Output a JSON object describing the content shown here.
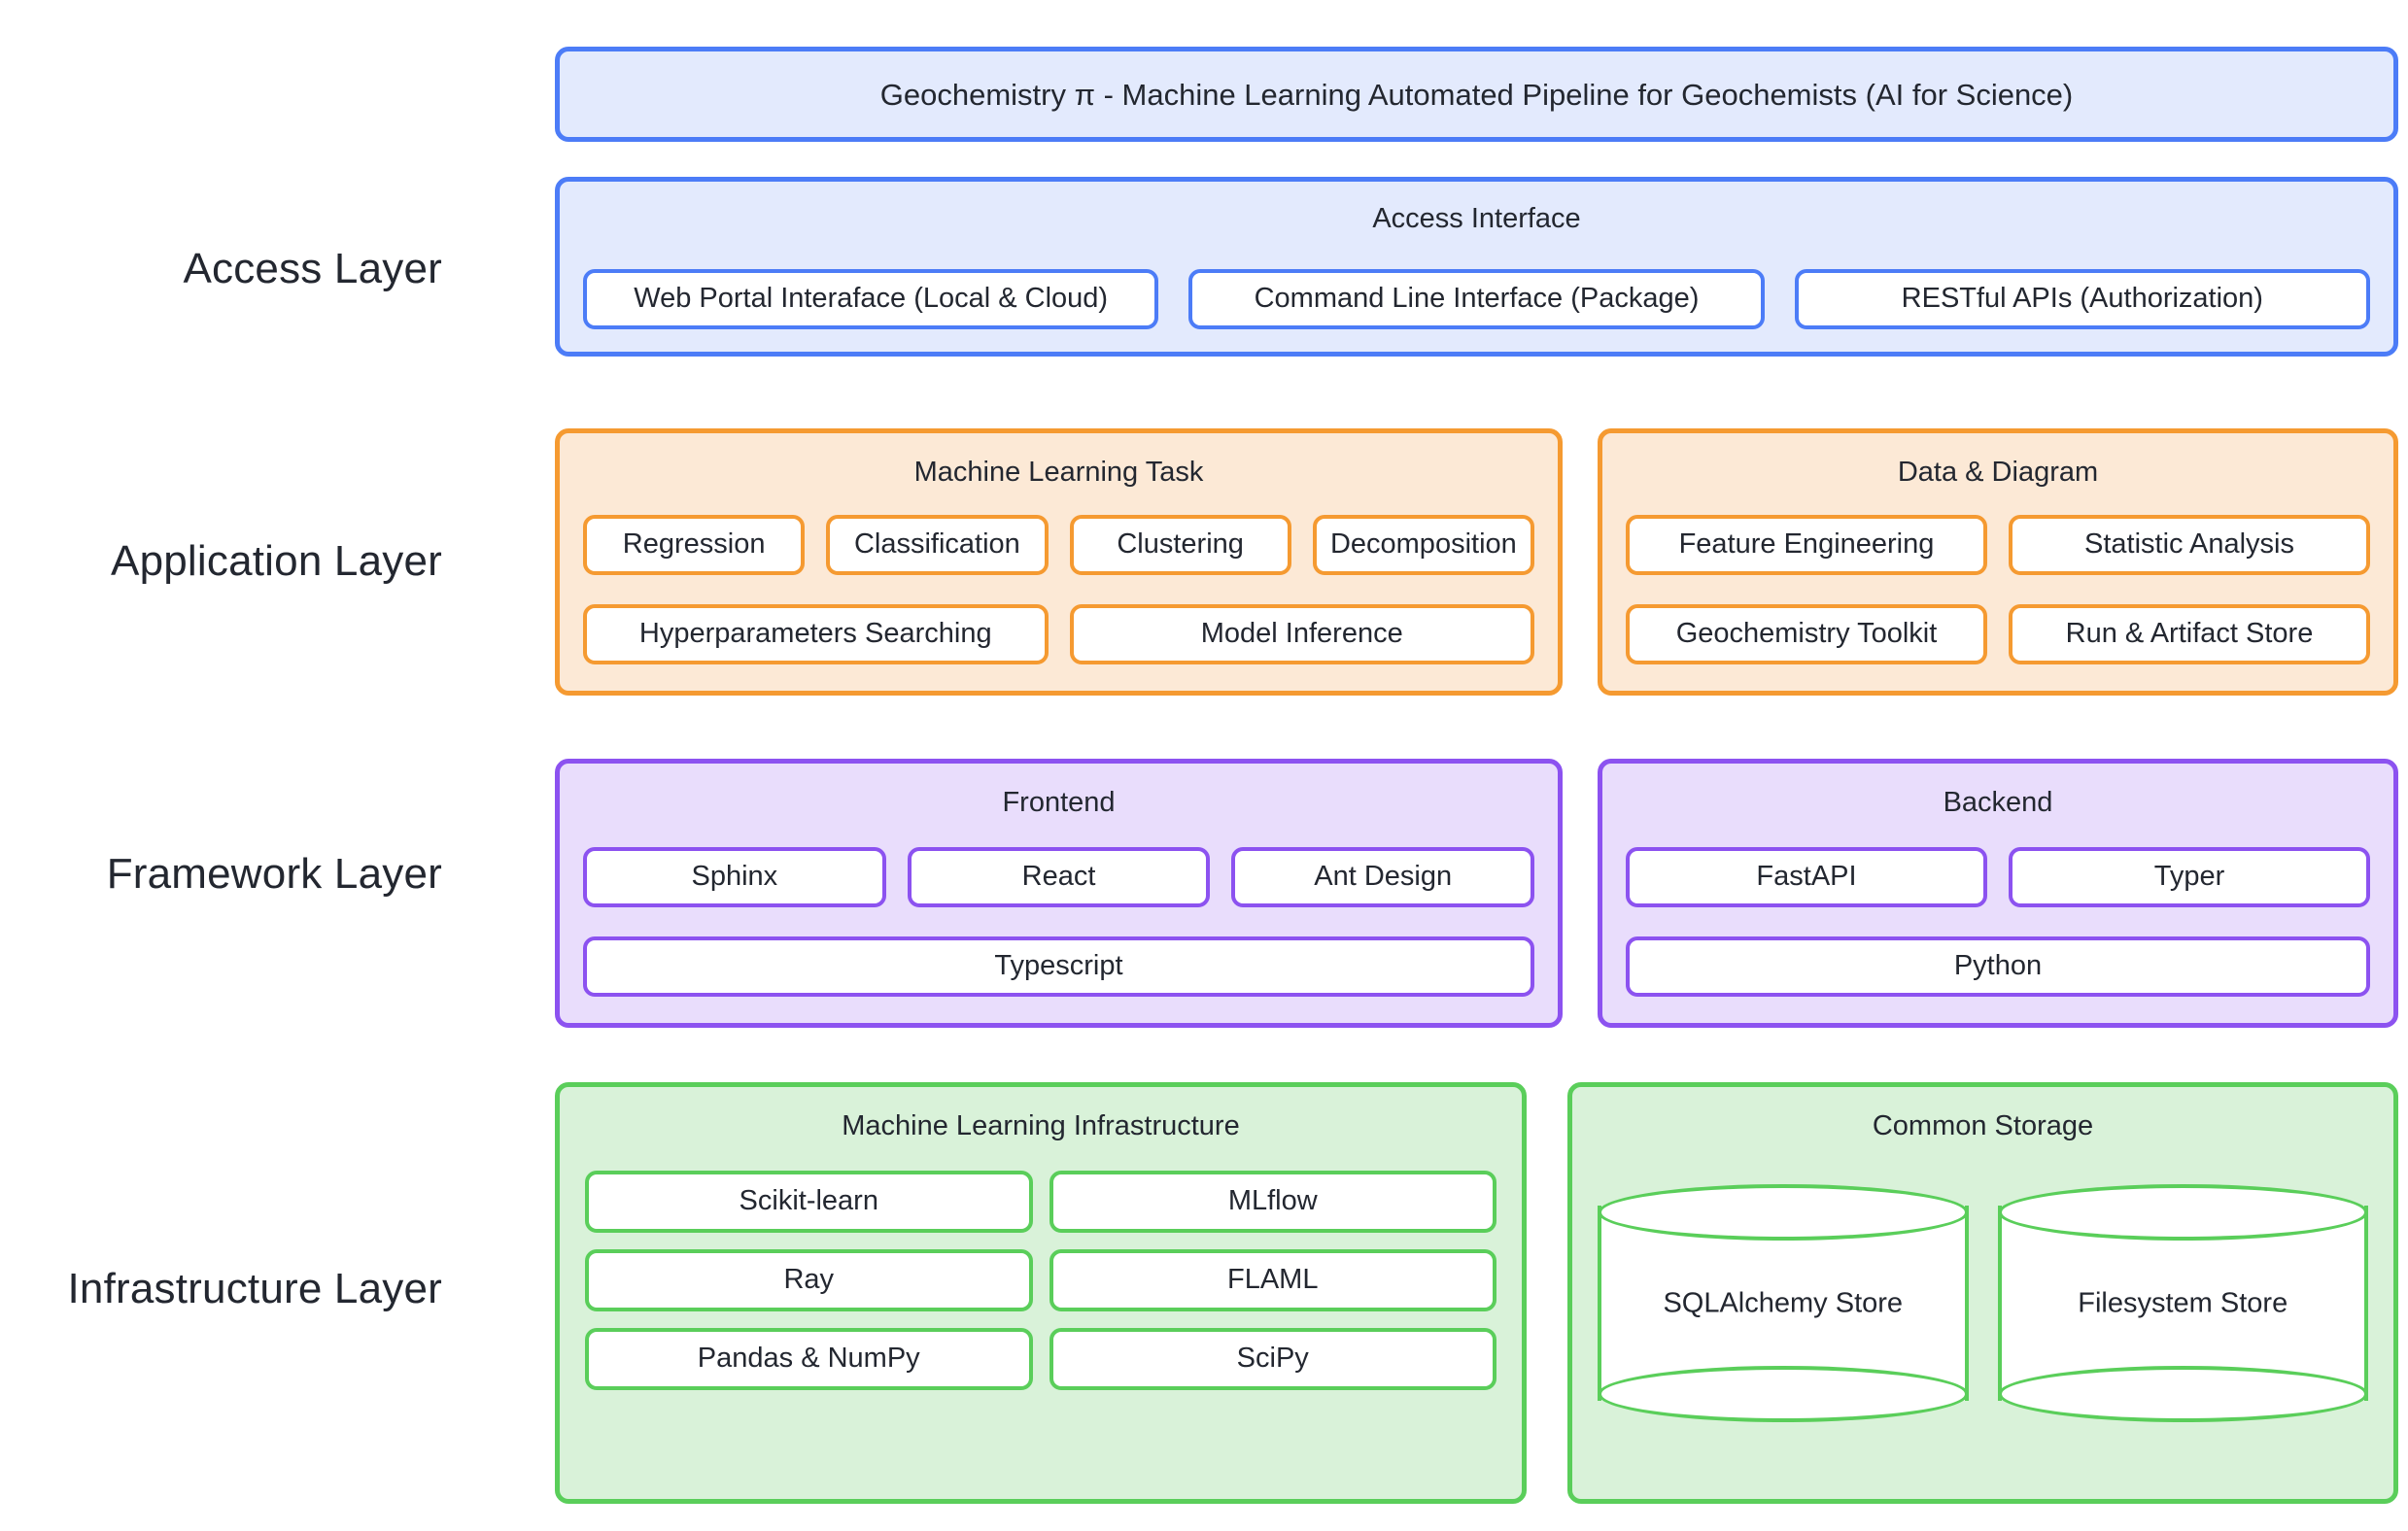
{
  "diagram": {
    "title": "Geochemistry π - Machine Learning Automated Pipeline for Geochemists (AI for Science)",
    "layer_labels": {
      "access": "Access Layer",
      "application": "Application Layer",
      "framework": "Framework Layer",
      "infrastructure": "Infrastructure Layer"
    },
    "colors": {
      "blue_border": "#4c7cf7",
      "blue_fill": "#e3eafd",
      "orange_border": "#f59a31",
      "orange_fill": "#fce9d6",
      "purple_border": "#8c52f0",
      "purple_fill": "#e9ddfc",
      "green_border": "#5ace5a",
      "green_fill": "#d9f2d9",
      "text": "#232730",
      "chip_fill": "#ffffff"
    },
    "access_layer": {
      "group_title": "Access Interface",
      "items": [
        "Web Portal Interaface (Local & Cloud)",
        "Command Line Interface (Package)",
        "RESTful APIs (Authorization)"
      ]
    },
    "application_layer": {
      "groups": [
        {
          "title": "Machine Learning Task",
          "row1": [
            "Regression",
            "Classification",
            "Clustering",
            "Decomposition"
          ],
          "row2": [
            "Hyperparameters Searching",
            "Model Inference"
          ]
        },
        {
          "title": "Data & Diagram",
          "row1": [
            "Feature Engineering",
            "Statistic Analysis"
          ],
          "row2": [
            "Geochemistry Toolkit",
            "Run & Artifact Store"
          ]
        }
      ]
    },
    "framework_layer": {
      "groups": [
        {
          "title": "Frontend",
          "row1": [
            "Sphinx",
            "React",
            "Ant Design"
          ],
          "row2": [
            "Typescript"
          ]
        },
        {
          "title": "Backend",
          "row1": [
            "FastAPI",
            "Typer"
          ],
          "row2": [
            "Python"
          ]
        }
      ]
    },
    "infrastructure_layer": {
      "groups": [
        {
          "title": "Machine Learning Infrastructure",
          "items": [
            "Scikit-learn",
            "MLflow",
            "Ray",
            "FLAML",
            "Pandas & NumPy",
            "SciPy"
          ]
        },
        {
          "title": "Common Storage",
          "stores": [
            "SQLAlchemy Store",
            "Filesystem Store"
          ]
        }
      ]
    }
  }
}
